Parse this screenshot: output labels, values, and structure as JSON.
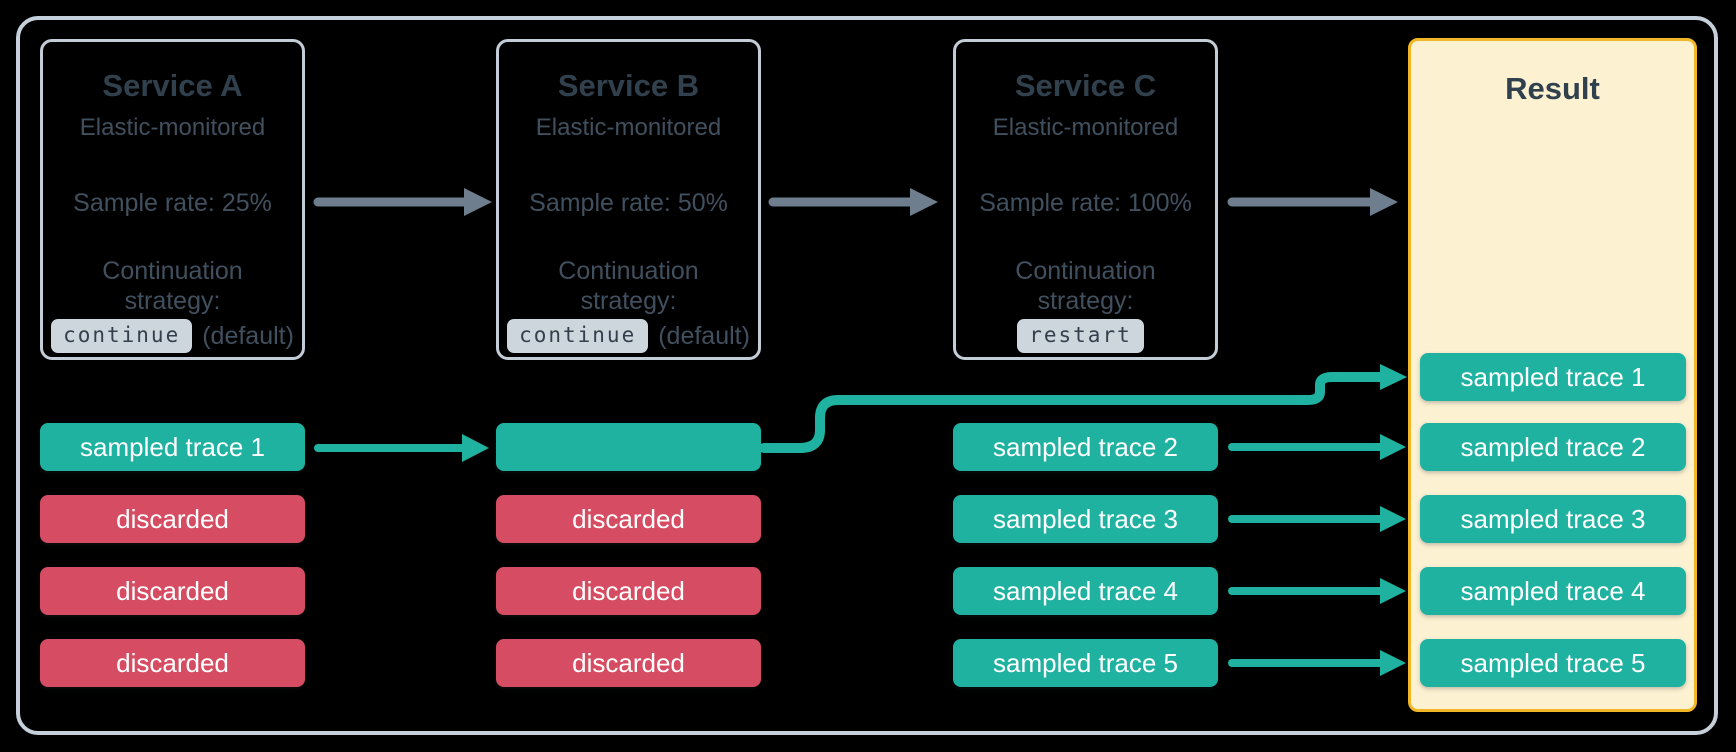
{
  "colors": {
    "background": "#000000",
    "outer_border": "#c6d0da",
    "box_border": "#c3cdd7",
    "title_text": "#31404d",
    "body_text": "#41505e",
    "code_badge_bg": "#cdd6dd",
    "code_badge_text": "#333f4b",
    "teal": "#1fb2a1",
    "red": "#d64d63",
    "badge_text": "#ffffff",
    "arrow_gray": "#6e7e8e",
    "result_bg": "#fcf2d2",
    "result_border": "#f2b727"
  },
  "services": [
    {
      "name": "Service A",
      "platform": "Elastic-monitored",
      "sample_rate": "Sample rate: 25%",
      "strategy_label": "Continuation strategy:",
      "strategy_value": "continue",
      "strategy_note": "(default)"
    },
    {
      "name": "Service B",
      "platform": "Elastic-monitored",
      "sample_rate": "Sample rate: 50%",
      "strategy_label": "Continuation strategy:",
      "strategy_value": "continue",
      "strategy_note": "(default)"
    },
    {
      "name": "Service C",
      "platform": "Elastic-monitored",
      "sample_rate": "Sample rate: 100%",
      "strategy_label": "Continuation strategy:",
      "strategy_value": "restart",
      "strategy_note": ""
    }
  ],
  "lanes": {
    "service_a": [
      "sampled trace 1",
      "discarded",
      "discarded",
      "discarded"
    ],
    "service_b": [
      "",
      "discarded",
      "discarded",
      "discarded"
    ],
    "service_c": [
      "sampled trace 2",
      "sampled trace 3",
      "sampled trace 4",
      "sampled trace 5"
    ]
  },
  "result": {
    "title": "Result",
    "rows": [
      "sampled trace 1",
      "sampled trace 2",
      "sampled trace 3",
      "sampled trace 4",
      "sampled trace 5"
    ]
  }
}
